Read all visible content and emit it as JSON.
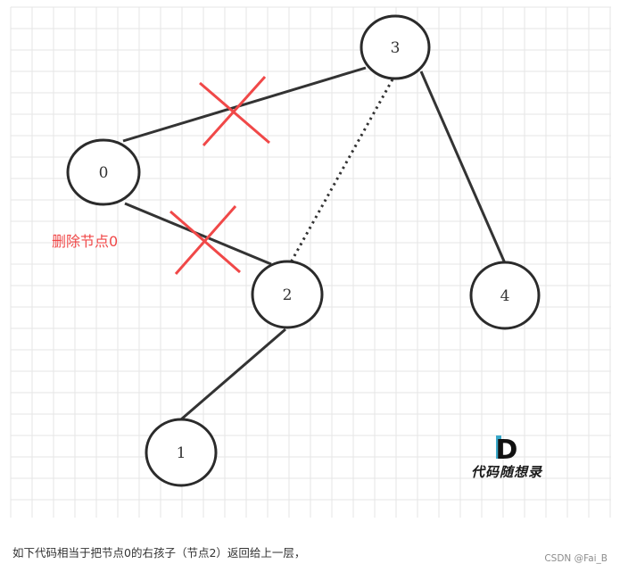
{
  "diagram": {
    "nodes": [
      {
        "id": "3",
        "label": "3"
      },
      {
        "id": "0",
        "label": "0"
      },
      {
        "id": "2",
        "label": "2"
      },
      {
        "id": "4",
        "label": "4"
      },
      {
        "id": "1",
        "label": "1"
      }
    ],
    "edges": [
      {
        "from": "3",
        "to": "0",
        "style": "solid",
        "deleted": true
      },
      {
        "from": "3",
        "to": "2",
        "style": "dotted",
        "deleted": false
      },
      {
        "from": "3",
        "to": "4",
        "style": "solid",
        "deleted": false
      },
      {
        "from": "0",
        "to": "2",
        "style": "solid",
        "deleted": true
      },
      {
        "from": "2",
        "to": "1",
        "style": "solid",
        "deleted": false
      }
    ],
    "annotation": "删除节点0",
    "brand": {
      "mark": "D",
      "name": "代码随想录"
    }
  },
  "caption": "如下代码相当于把节点0的右孩子（节点2）返回给上一层，",
  "watermark": "CSDN @Fai_B",
  "colors": {
    "edge": "#333333",
    "node_stroke": "#2b2b2b",
    "delete_mark": "#f04848",
    "grid": "#e6e6e6",
    "brand_accent": "#3aa8c9"
  }
}
